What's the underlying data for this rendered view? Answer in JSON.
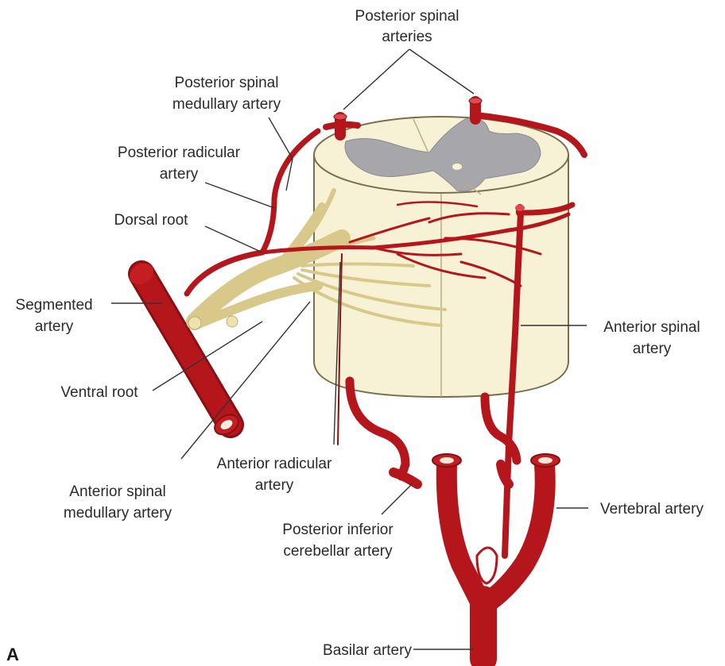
{
  "figure": {
    "panel_label": "A",
    "labels": {
      "posterior_spinal_arteries": [
        "Posterior spinal",
        "arteries"
      ],
      "posterior_spinal_medullary_artery": [
        "Posterior spinal",
        "medullary artery"
      ],
      "posterior_radicular_artery": [
        "Posterior radicular",
        "artery"
      ],
      "dorsal_root": [
        "Dorsal root"
      ],
      "segmented_artery": [
        "Segmented",
        "artery"
      ],
      "ventral_root": [
        "Ventral root"
      ],
      "anterior_spinal_medullary_artery": [
        "Anterior spinal",
        "medullary artery"
      ],
      "anterior_radicular_artery": [
        "Anterior radicular",
        "artery"
      ],
      "posterior_inferior_cerebellar_artery": [
        "Posterior inferior",
        "cerebellar artery"
      ],
      "anterior_spinal_artery": [
        "Anterior spinal",
        "artery"
      ],
      "vertebral_artery": [
        "Vertebral artery"
      ],
      "basilar_artery": [
        "Basilar artery"
      ]
    },
    "colors": {
      "artery": "#c41e22",
      "artery_shadow": "#8a0f12",
      "cord_white_matter": "#f7f1d6",
      "cord_gray_matter": "#a7a6ab",
      "nerve_root": "#efe3ad"
    }
  }
}
